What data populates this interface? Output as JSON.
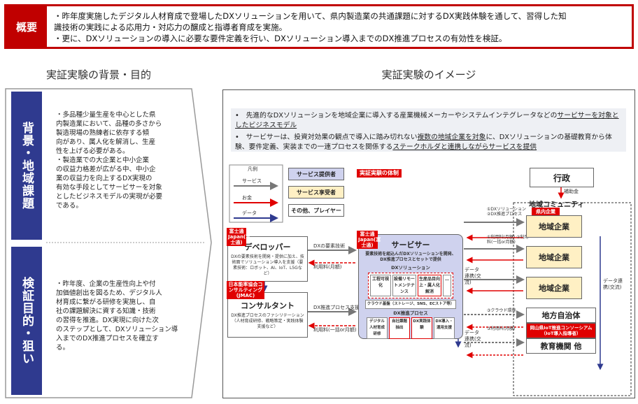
{
  "overview": {
    "label": "概要",
    "line1": "・昨年度実施したデジタル人材育成で登場したDXソリューションを用いて、県内製造業の共通課題に対するDX実践体験を通して、習得した知",
    "line2": "識技術の実践による応用力・対応力の醸成と指導者育成を実施。",
    "line3": "・更に、DXソリューションの導入に必要な要件定義を行い、DXソリューション導入までのDX推進プロセスの有効性を検証。"
  },
  "left_title": "実証実験の背景・目的",
  "right_title": "実証実験のイメージ",
  "background": {
    "tag": "背景・地域課題",
    "text": "・多品種少量生産を中心とした県\n内製造業において、品種の多さから\n製造現場の熟練者に依存する傾\n向があり、属人化を解消し、生産\n性を上げる必要がある。\n・製造業での大企業と中小企業\nの収益力格差が広がる中、中小企\n業の収益力を向上するDX実現の\n有効な手段としてサービサーを対象\nとしたビジネスモデルの実現が必要\nである。"
  },
  "purpose": {
    "tag": "検証目的・狙い",
    "text": "・昨年度、企業の生産性向上や付\n加価値創出を図るため、デジタル人\n材育成に繋がる研修を実施し、自\n社の課題解決に資する知識・技術\nの習得を推進。DX実現に向けた次\nのステップとして、DXソリューション導\n入までのDX推進プロセスを確立す\nる。"
  },
  "image": {
    "bullet1a": "先進的なDXソリューションを地域企業に導入する産業機械メーカーやシステムインテグレータなどの",
    "bullet1b": "サービサーを対象としたビジネスモデル",
    "bullet2a": "サービサーは、投資対効果の観点で導入に踏み切れない",
    "bullet2b": "複数の地域企業を対象",
    "bullet2c": "に、DXソリューションの基礎教育から体験、要件定義、実装までの一連プロセスを関係する",
    "bullet2d": "ステークホルダと連携しながらサービスを提供",
    "legend_title": "凡例",
    "legend_service": "サービス",
    "legend_money": "お金",
    "legend_data": "データ",
    "legend_provider": "サービス提供者",
    "legend_receiver": "サービス享受者",
    "legend_other": "その他、プレイヤー",
    "structure_label": "実証実験の体制",
    "gov": "行政",
    "subsidy": "補助金",
    "community": "地域コミュニティ",
    "developer_tag": "富士通Japan(富士通)",
    "developer": "デベロッパー",
    "developer_desc": "DXの要素技術を開発・提供に加え、技術面でソリューション導入を支援（要素技術：ロボット、AI、IoT、L5Gなど）",
    "consultant_tag": "日本能率協会コンサルティング(JMAC)",
    "consultant": "コンサルタント",
    "consultant_desc": "DX推進プロセスのファシリテーション（人材育成研修、戦略策定・実践体験支援など）",
    "servicer_tag": "富士通Japan(富士通)",
    "servicer": "サービサー",
    "servicer_desc": "要素技術を組込んだDXソリューションを開発、DX推進プロセスとセットで提供",
    "dx_solution": "DXソリューション",
    "sol1": "工程可視化",
    "sol2": "設備リモートメンテナンス",
    "sol3": "生産品目向上・属人化解消",
    "sol4": "…",
    "cloud": "クラウド基盤（ストレージ、SNS、ECストア等）",
    "dx_process": "DX推進プロセス",
    "proc1": "デジタル人材育成研修",
    "proc2": "自社課題抽出",
    "proc3": "DX実践体験",
    "proc4": "DX導入・運用支援",
    "elem_tech": "DXの要素技術",
    "fee1": "利用料(月額)",
    "process_support": "DX推進プロセス支援",
    "fee2": "利用料(一括or月額)",
    "data_link": "データ連携(交流)",
    "data_link2": "データ連携(交流)",
    "right_sol": "①DXソリューション ②DX推進プロセス",
    "right_fee": "①利用料(月額) ②利用料(一括or月額)",
    "cloud_link": "③クラウド環境",
    "fee3": "③利用料(月額)",
    "company_tag": "県内企業",
    "company": "地域企業",
    "local_gov": "地方自治体",
    "okayama": "岡山県IoT推進コンソーシアム（IoT導入指導者）",
    "edu": "教育機関 他",
    "data_cross": "データ連携(交流)"
  },
  "colors": {
    "red": "#c00000",
    "navy": "#2f3a8f",
    "servicer_bg": "#cfd2ee",
    "company_bg": "#fff0c4",
    "gray_bg": "#f2f2f2"
  }
}
